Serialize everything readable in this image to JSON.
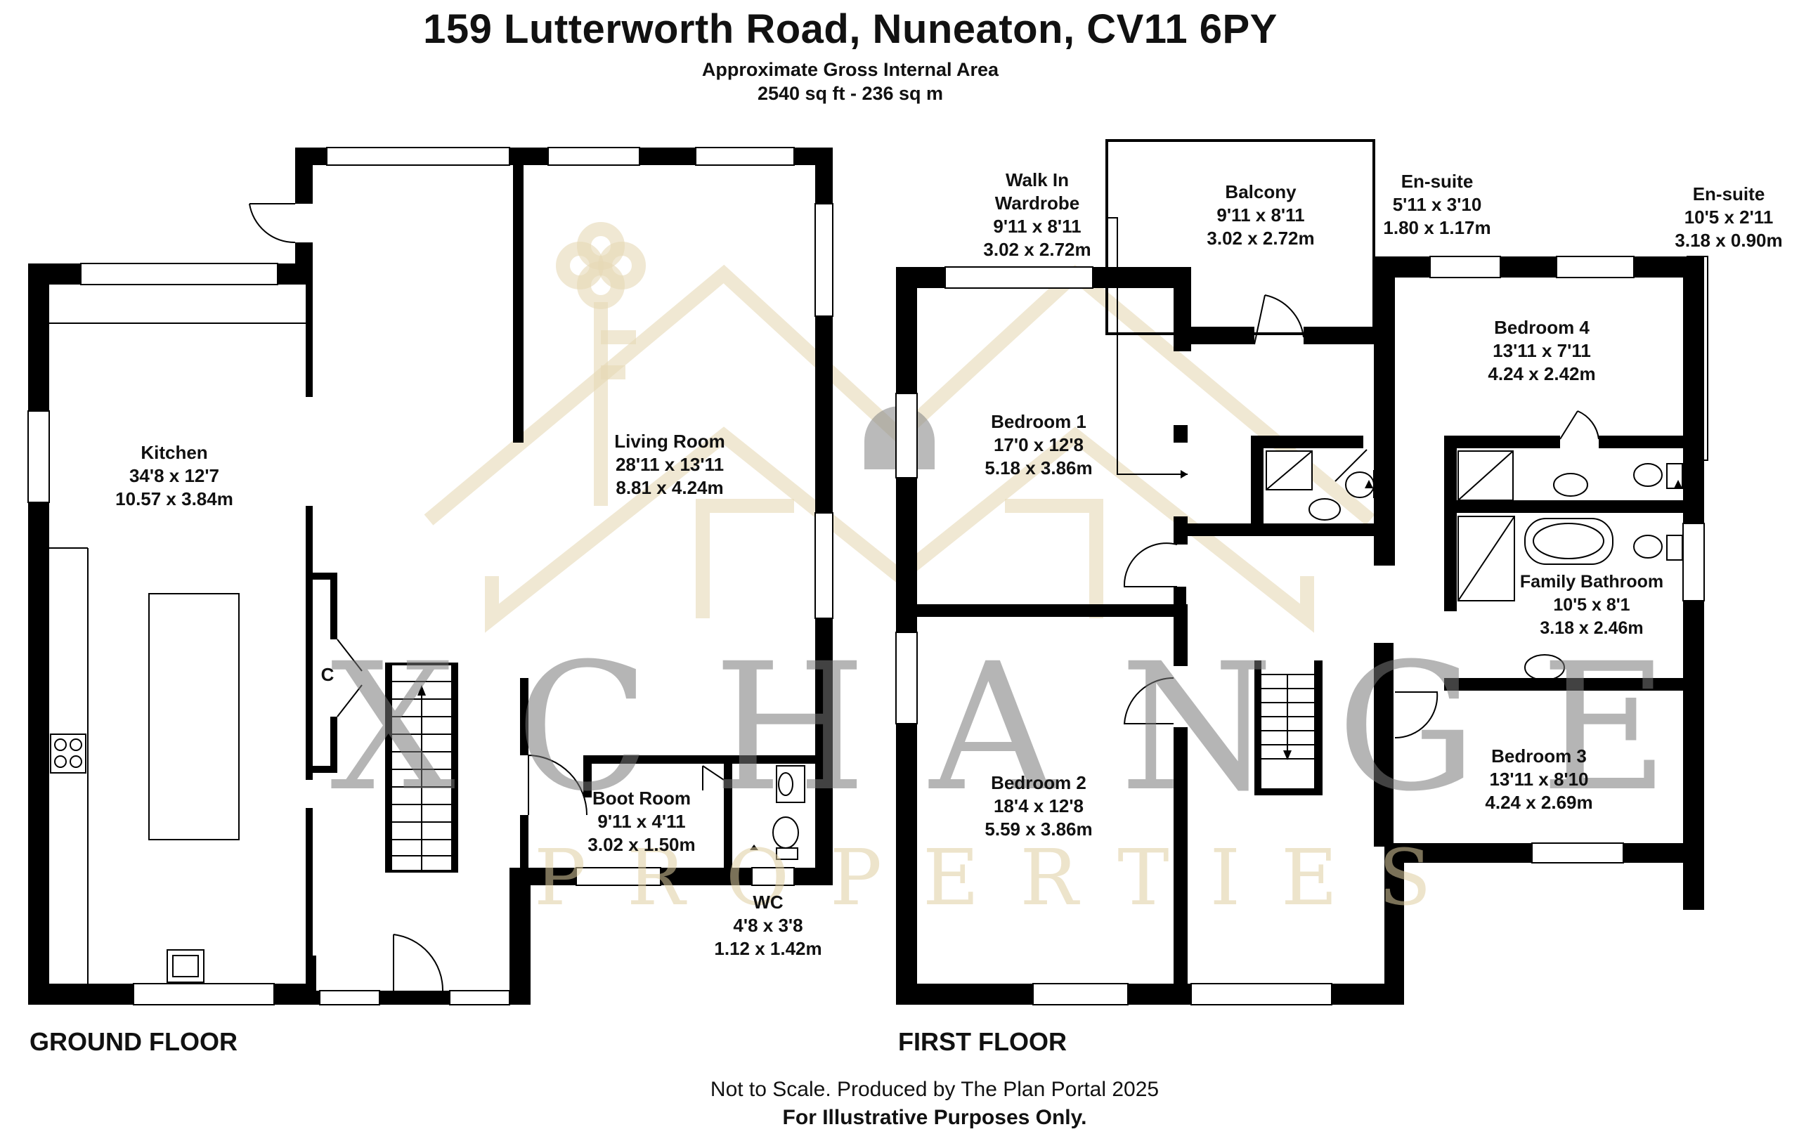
{
  "header": {
    "title": "159 Lutterworth Road, Nuneaton, CV11 6PY",
    "subtitle": "Approximate Gross Internal Area",
    "area": "2540 sq ft - 236 sq m"
  },
  "floors": {
    "ground": "GROUND FLOOR",
    "first": "FIRST FLOOR"
  },
  "rooms": {
    "kitchen": {
      "name": "Kitchen",
      "imperial": "34'8 x 12'7",
      "metric": "10.57 x 3.84m"
    },
    "living": {
      "name": "Living Room",
      "imperial": "28'11 x 13'11",
      "metric": "8.81 x 4.24m"
    },
    "boot": {
      "name": "Boot Room",
      "imperial": "9'11 x 4'11",
      "metric": "3.02 x 1.50m"
    },
    "wc": {
      "name": "WC",
      "imperial": "4'8 x 3'8",
      "metric": "1.12 x 1.42m"
    },
    "cupboard": {
      "name": "C"
    },
    "walkin": {
      "name1": "Walk In",
      "name2": "Wardrobe",
      "imperial": "9'11 x 8'11",
      "metric": "3.02 x 2.72m"
    },
    "balcony": {
      "name": "Balcony",
      "imperial": "9'11 x 8'11",
      "metric": "3.02 x 2.72m"
    },
    "ensuite1": {
      "name": "En-suite",
      "imperial": "5'11 x 3'10",
      "metric": "1.80 x 1.17m"
    },
    "ensuite2": {
      "name": "En-suite",
      "imperial": "10'5 x 2'11",
      "metric": "3.18 x 0.90m"
    },
    "bed1": {
      "name": "Bedroom 1",
      "imperial": "17'0 x 12'8",
      "metric": "5.18 x 3.86m"
    },
    "bed2": {
      "name": "Bedroom 2",
      "imperial": "18'4 x 12'8",
      "metric": "5.59 x 3.86m"
    },
    "bed3": {
      "name": "Bedroom 3",
      "imperial": "13'11 x 8'10",
      "metric": "4.24 x 2.69m"
    },
    "bed4": {
      "name": "Bedroom 4",
      "imperial": "13'11 x 7'11",
      "metric": "4.24 x 2.42m"
    },
    "bath": {
      "name": "Family Bathroom",
      "imperial": "10'5 x 8'1",
      "metric": "3.18 x 2.46m"
    }
  },
  "watermark": {
    "main": "XCHANGE",
    "sub": "PROPERTIES"
  },
  "footer": {
    "line1": "Not to Scale. Produced by The Plan Portal 2025",
    "line2": "For Illustrative Purposes Only."
  }
}
